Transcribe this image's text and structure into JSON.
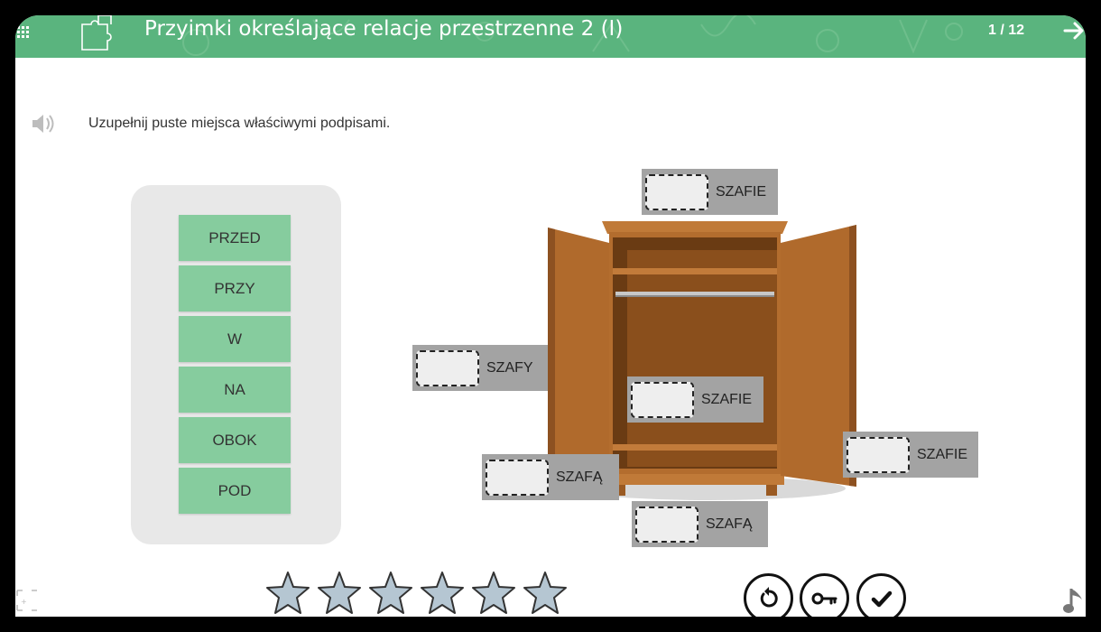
{
  "header": {
    "title": "Przyimki określające relacje przestrzenne 2 (I)",
    "counter": "1 / 12",
    "icons": [
      "grid-menu-icon",
      "puzzle-icon",
      "arrow-right-icon"
    ]
  },
  "instruction": {
    "text": "Uzupełnij puste miejsca właściwymi podpisami.",
    "icon": "speaker-icon"
  },
  "word_bank": {
    "tiles": [
      "PRZED",
      "PRZY",
      "W",
      "NA",
      "OBOK",
      "POD"
    ]
  },
  "drop_zones": [
    {
      "label": "SZAFIE"
    },
    {
      "label": "SZAFY"
    },
    {
      "label": "SZAFIE"
    },
    {
      "label": "SZAFIE"
    },
    {
      "label": "SZAFĄ"
    },
    {
      "label": "SZAFĄ"
    }
  ],
  "stars": {
    "count": 6,
    "filled": 0
  },
  "controls": [
    "reset-icon",
    "key-icon",
    "check-icon"
  ],
  "colors": {
    "header": "#5ab47e",
    "tile": "#86cc9e",
    "drop_zone": "#a3a3a3",
    "wardrobe": "#a5642c"
  }
}
